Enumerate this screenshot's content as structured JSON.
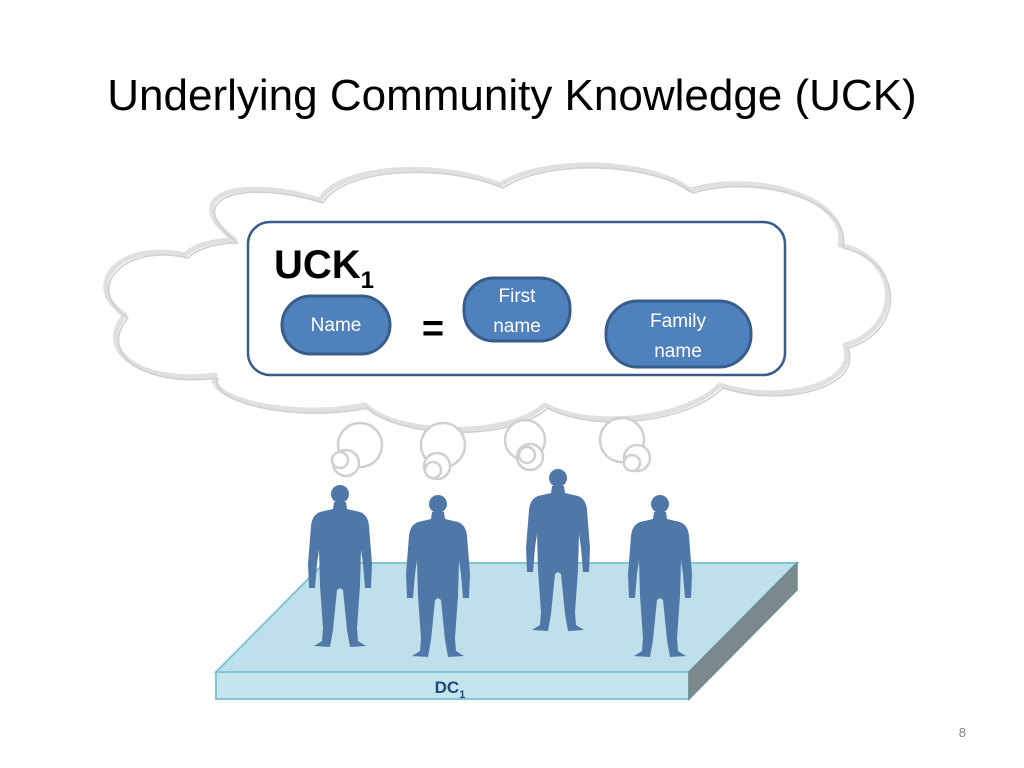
{
  "slide": {
    "title": "Underlying Community Knowledge (UCK)",
    "page_number": "8"
  },
  "diagram": {
    "uck_label": "UCK",
    "uck_subscript": "1",
    "equals_sign": "=",
    "nodes": {
      "name": "Name",
      "first_name": [
        "First",
        "name"
      ],
      "family_name": [
        "Family",
        "name"
      ]
    },
    "platform_label": "DC",
    "platform_subscript": "1"
  },
  "colors": {
    "node_fill": "#4f81bd",
    "node_stroke": "#385d8a",
    "box_stroke": "#385d8a",
    "person_fill": "#4f78a8",
    "platform_top": "#bfe0ea",
    "platform_edge": "#7fc6d6",
    "platform_side": "#7a8a8c",
    "cloud_stroke": "#d0d0d0",
    "platform_text": "#1f497d"
  }
}
